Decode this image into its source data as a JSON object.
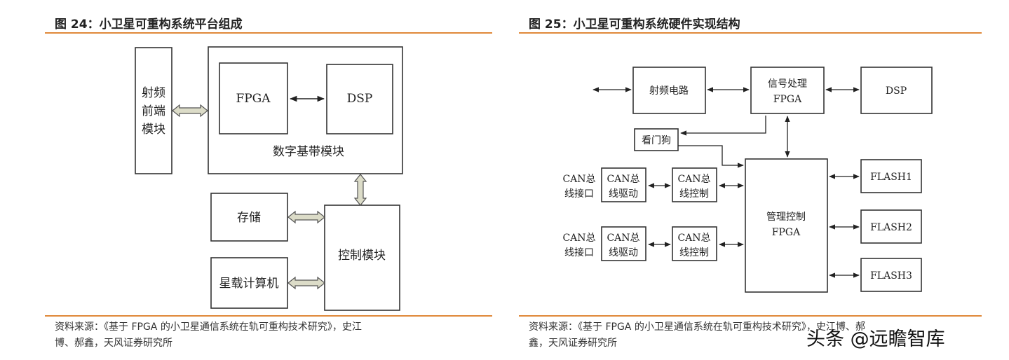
{
  "left": {
    "title": "图 24：小卫星可重构系统平台组成",
    "source_line1": "资料来源：《基于 FPGA 的小卫星通信系统在轨可重构技术研究》，史江",
    "source_line2": "博、郝鑫，天风证券研究所",
    "boxes": {
      "rf_line1": "射频",
      "rf_line2": "前端",
      "rf_line3": "模块",
      "fpga": "FPGA",
      "dsp": "DSP",
      "digital_baseband": "数字基带模块",
      "storage": "存储",
      "onboard_computer": "星载计算机",
      "control_module": "控制模块"
    }
  },
  "right": {
    "title": "图 25：小卫星可重构系统硬件实现结构",
    "source_line1": "资料来源：《基于 FPGA 的小卫星通信系统在轨可重构技术研究》，史江博、郝",
    "source_line2": "鑫，天风证券研究所",
    "boxes": {
      "rf_circuit": "射频电路",
      "signal_fpga_line1": "信号处理",
      "signal_fpga_line2": "FPGA",
      "dsp": "DSP",
      "watchdog": "看门狗",
      "can_if_line1": "CAN总",
      "can_if_line2": "线接口",
      "can_drv_line1": "CAN总",
      "can_drv_line2": "线驱动",
      "can_ctl_line1": "CAN总",
      "can_ctl_line2": "线控制",
      "mgmt_line1": "管理控制",
      "mgmt_line2": "FPGA",
      "flash1": "FLASH1",
      "flash2": "FLASH2",
      "flash3": "FLASH3"
    }
  },
  "watermark": "头条 @远瞻智库",
  "colors": {
    "accent_rule": "#e0893a",
    "fat_arrow_fill": "#dcdcc8"
  }
}
